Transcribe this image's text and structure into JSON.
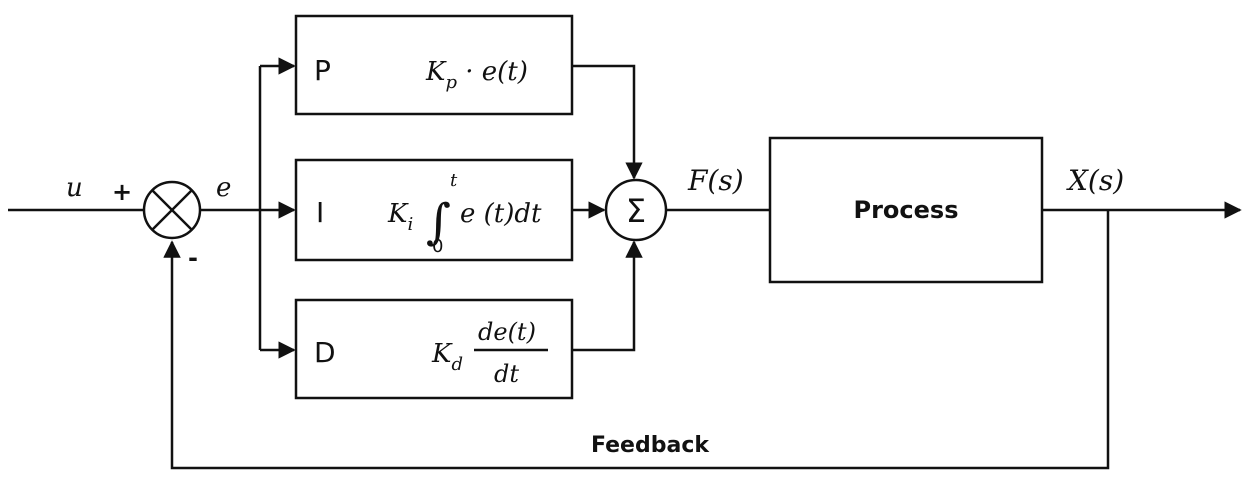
{
  "input_label": "u",
  "sum_plus_sign": "+",
  "sum_minus_sign": "-",
  "error_label": "e",
  "blocks": {
    "p": {
      "letter": "P",
      "formula": "K_p · e(t)"
    },
    "i": {
      "letter": "I",
      "formula": "K_i ∫₀ᵗ e (t)dt"
    },
    "d": {
      "letter": "D",
      "formula": "K_d de(t)/dt"
    }
  },
  "summation_symbol": "Σ",
  "controller_output_label": "F(s)",
  "process_label": "Process",
  "output_label": "X(s)",
  "feedback_label": "Feedback"
}
